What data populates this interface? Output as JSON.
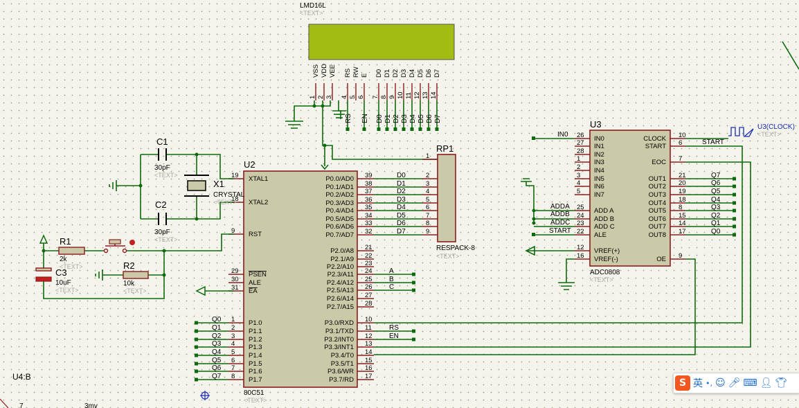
{
  "lcd": {
    "name": "LMD16L",
    "text": "<TEXT>",
    "pins": [
      "VSS",
      "VDD",
      "VEE",
      "RS",
      "RW",
      "E",
      "D0",
      "D1",
      "D2",
      "D3",
      "D4",
      "D5",
      "D6",
      "D7"
    ],
    "pin_numbers": [
      "1",
      "2",
      "3",
      "4",
      "5",
      "6",
      "7",
      "8",
      "9",
      "10",
      "11",
      "12",
      "13",
      "14"
    ],
    "bus_labels": [
      "RS",
      "EN",
      "D0",
      "D1",
      "D2",
      "D3",
      "D4",
      "D5",
      "D6",
      "D7"
    ]
  },
  "u2": {
    "ref": "U2",
    "part": "80C51",
    "text": "<TEXT>",
    "left_pins": [
      {
        "n": "19",
        "name": "XTAL1"
      },
      {
        "n": "18",
        "name": "XTAL2"
      },
      {
        "n": "9",
        "name": "RST"
      },
      {
        "n": "29",
        "name": "PSEN"
      },
      {
        "n": "30",
        "name": "ALE"
      },
      {
        "n": "31",
        "name": "EA"
      },
      {
        "n": "1",
        "name": "P1.0"
      },
      {
        "n": "2",
        "name": "P1.1"
      },
      {
        "n": "3",
        "name": "P1.2"
      },
      {
        "n": "4",
        "name": "P1.3"
      },
      {
        "n": "5",
        "name": "P1.4"
      },
      {
        "n": "6",
        "name": "P1.5"
      },
      {
        "n": "7",
        "name": "P1.6"
      },
      {
        "n": "8",
        "name": "P1.7"
      }
    ],
    "right_pins": [
      {
        "n": "39",
        "name": "P0.0/AD0"
      },
      {
        "n": "38",
        "name": "P0.1/AD1"
      },
      {
        "n": "37",
        "name": "P0.2/AD2"
      },
      {
        "n": "36",
        "name": "P0.3/AD3"
      },
      {
        "n": "35",
        "name": "P0.4/AD4"
      },
      {
        "n": "34",
        "name": "P0.5/AD5"
      },
      {
        "n": "33",
        "name": "P0.6/AD6"
      },
      {
        "n": "32",
        "name": "P0.7/AD7"
      },
      {
        "n": "21",
        "name": "P2.0/A8"
      },
      {
        "n": "22",
        "name": "P2.1/A9"
      },
      {
        "n": "23",
        "name": "P2.2/A10"
      },
      {
        "n": "24",
        "name": "P2.3/A11"
      },
      {
        "n": "25",
        "name": "P2.4/A12"
      },
      {
        "n": "26",
        "name": "P2.5/A13"
      },
      {
        "n": "27",
        "name": "P2.6/A14"
      },
      {
        "n": "28",
        "name": "P2.7/A15"
      },
      {
        "n": "10",
        "name": "P3.0/RXD"
      },
      {
        "n": "11",
        "name": "P3.1/TXD"
      },
      {
        "n": "12",
        "name": "P3.2/INT0"
      },
      {
        "n": "13",
        "name": "P3.3/INT1"
      },
      {
        "n": "14",
        "name": "P3.4/T0"
      },
      {
        "n": "15",
        "name": "P3.5/T1"
      },
      {
        "n": "16",
        "name": "P3.6/WR"
      },
      {
        "n": "17",
        "name": "P3.7/RD"
      }
    ],
    "p1_labels": [
      "Q0",
      "Q1",
      "Q2",
      "Q3",
      "Q4",
      "Q5",
      "Q6",
      "Q7"
    ],
    "p0_labels": [
      "D0",
      "D1",
      "D2",
      "D3",
      "D4",
      "D5",
      "D6",
      "D7"
    ],
    "p2_labels": [
      "A",
      "B",
      "C"
    ],
    "p3_labels": [
      "RS",
      "EN"
    ]
  },
  "rp1": {
    "ref": "RP1",
    "part": "RESPACK-8",
    "text": "<TEXT>",
    "pins": [
      "1",
      "2",
      "3",
      "4",
      "5",
      "6",
      "7",
      "8",
      "9"
    ]
  },
  "u3": {
    "ref": "U3",
    "part": "ADC0808",
    "text": "<TEXT>",
    "left_pins": [
      {
        "n": "26",
        "name": "IN0"
      },
      {
        "n": "27",
        "name": "IN1"
      },
      {
        "n": "28",
        "name": "IN2"
      },
      {
        "n": "1",
        "name": "IN3"
      },
      {
        "n": "2",
        "name": "IN4"
      },
      {
        "n": "3",
        "name": "IN5"
      },
      {
        "n": "4",
        "name": "IN6"
      },
      {
        "n": "5",
        "name": "IN7"
      },
      {
        "n": "25",
        "name": "ADD A"
      },
      {
        "n": "24",
        "name": "ADD B"
      },
      {
        "n": "23",
        "name": "ADD C"
      },
      {
        "n": "22",
        "name": "ALE"
      },
      {
        "n": "12",
        "name": "VREF(+)"
      },
      {
        "n": "16",
        "name": "VREF(-)"
      }
    ],
    "right_pins": [
      {
        "n": "10",
        "name": "CLOCK"
      },
      {
        "n": "6",
        "name": "START"
      },
      {
        "n": "7",
        "name": "EOC"
      },
      {
        "n": "21",
        "name": "OUT1"
      },
      {
        "n": "20",
        "name": "OUT2"
      },
      {
        "n": "19",
        "name": "OUT3"
      },
      {
        "n": "18",
        "name": "OUT4"
      },
      {
        "n": "8",
        "name": "OUT5"
      },
      {
        "n": "15",
        "name": "OUT6"
      },
      {
        "n": "14",
        "name": "OUT7"
      },
      {
        "n": "17",
        "name": "OUT8"
      },
      {
        "n": "9",
        "name": "OE"
      }
    ],
    "left_labels": [
      "IN0",
      "ADDA",
      "ADDB",
      "ADDC",
      "START"
    ],
    "right_labels": [
      "START",
      "Q7",
      "Q6",
      "Q5",
      "Q4",
      "Q3",
      "Q2",
      "Q1",
      "Q0"
    ]
  },
  "clock_label": "U3(CLOCK)",
  "clock_text": "<TEXT>",
  "components": {
    "c1": {
      "ref": "C1",
      "value": "30pF",
      "text": "<TEXT>"
    },
    "c2": {
      "ref": "C2",
      "value": "30pF",
      "text": "<TEXT>"
    },
    "c3": {
      "ref": "C3",
      "value": "10uF",
      "text": "<TEXT>"
    },
    "x1": {
      "ref": "X1",
      "value": "CRYSTAL",
      "text": "<TEXT>"
    },
    "r1": {
      "ref": "R1",
      "value": "2k",
      "text": "<TEXT>"
    },
    "r2": {
      "ref": "R2",
      "value": "10k",
      "text": "<TEXT>"
    }
  },
  "status": "U4:B",
  "bottom_fragments": [
    "7",
    "3mv"
  ],
  "ime": {
    "logo": "S",
    "lang": "英",
    "punct": "•,"
  },
  "colors": {
    "wire": "#0d6b0d",
    "pin": "#8c1c1c",
    "chip": "#cac9a8",
    "lcd": "#a3bb12"
  }
}
